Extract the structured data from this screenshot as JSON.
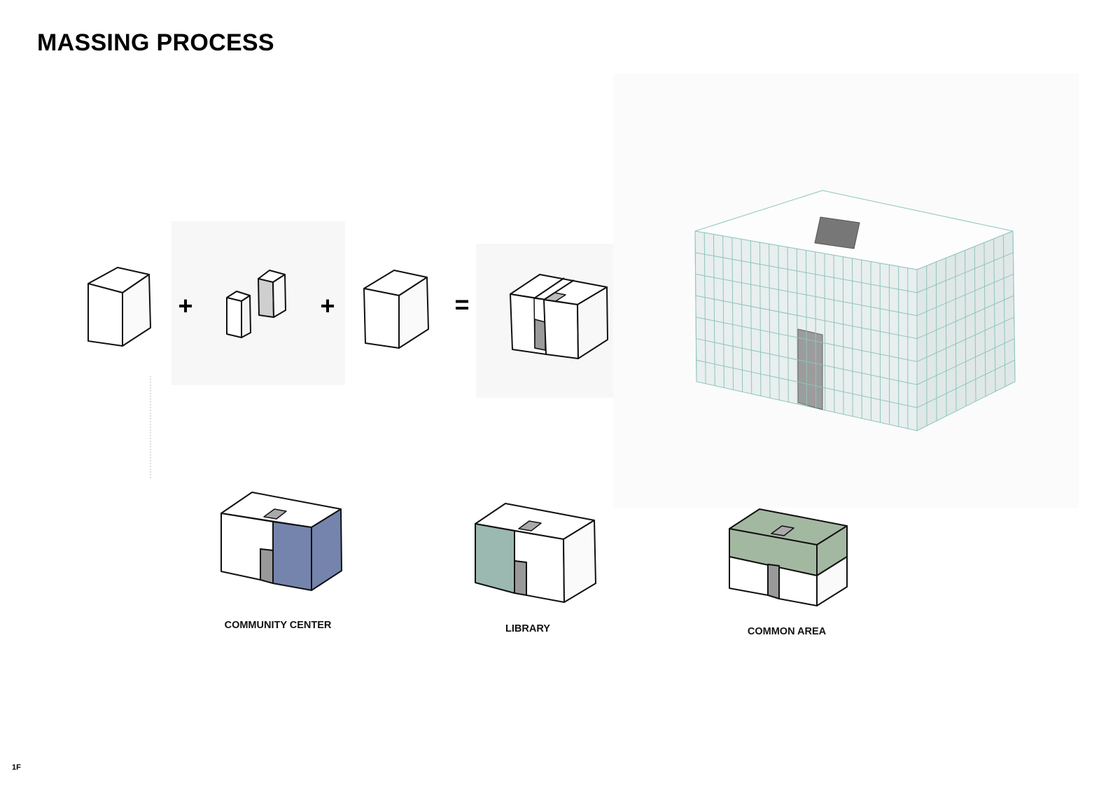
{
  "title": "MASSING PROCESS",
  "operators": {
    "plus1": "+",
    "plus2": "+",
    "equals": "="
  },
  "programs": [
    {
      "label": "COMMUNITY CENTER",
      "color": "#7484ad"
    },
    {
      "label": "LIBRARY",
      "color": "#9bb8b1"
    },
    {
      "label": "COMMON AREA",
      "color": "#a3b8a1"
    }
  ],
  "page_label": "1F"
}
